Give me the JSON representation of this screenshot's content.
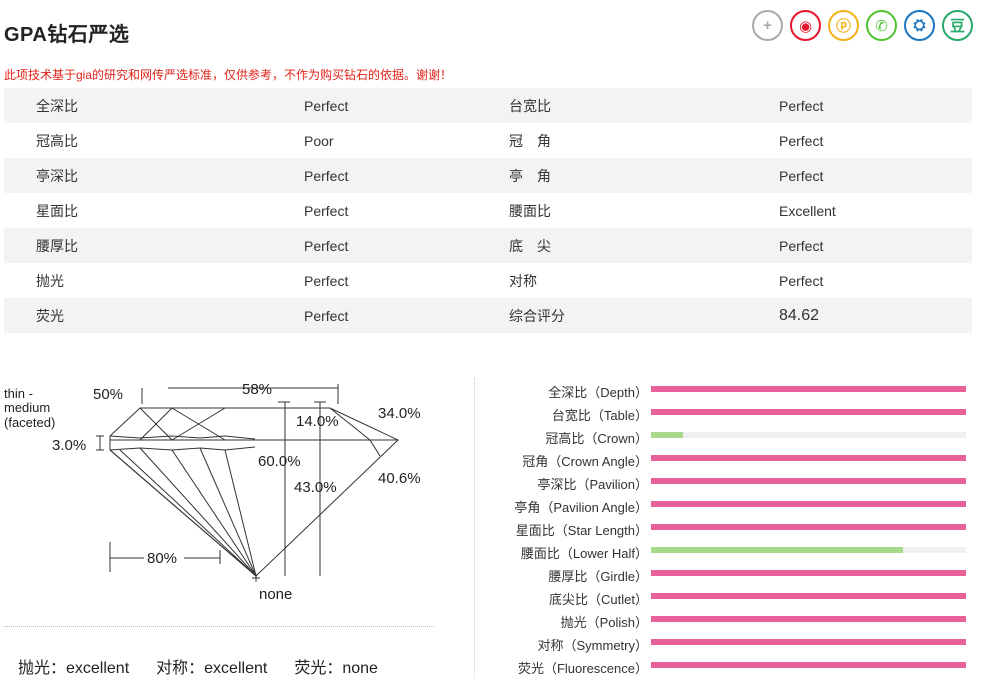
{
  "header": {
    "title": "GPA钻石严选",
    "share": [
      {
        "icon": "plus-icon",
        "glyph": "+",
        "color": "#aaaaaa"
      },
      {
        "icon": "weibo-icon",
        "glyph": "◉",
        "color": "#e6162d"
      },
      {
        "icon": "pengyou-icon",
        "glyph": "ⓟ",
        "color": "#f3b21b"
      },
      {
        "icon": "wechat-icon",
        "glyph": "✆",
        "color": "#51c332"
      },
      {
        "icon": "renren-icon",
        "glyph": "⛭",
        "color": "#1a75c2"
      },
      {
        "icon": "douban-icon",
        "glyph": "豆",
        "color": "#2aa86c"
      }
    ]
  },
  "notice": "此项技术基于gia的研究和网传严选标准，仅供参考，不作为购买钻石的依据。谢谢！",
  "grades": [
    [
      "全深比",
      "Perfect",
      "台宽比",
      "Perfect"
    ],
    [
      "冠高比",
      "Poor",
      "冠　角",
      "Perfect"
    ],
    [
      "亭深比",
      "Perfect",
      "亭　角",
      "Perfect"
    ],
    [
      "星面比",
      "Perfect",
      "腰面比",
      "Excellent"
    ],
    [
      "腰厚比",
      "Perfect",
      "底　尖",
      "Perfect"
    ],
    [
      "抛光",
      "Perfect",
      "对称",
      "Perfect"
    ],
    [
      "荧光",
      "Perfect",
      "综合评分",
      "84.62"
    ]
  ],
  "diagram": {
    "girdle_desc_1": "thin -",
    "girdle_desc_2": "medium",
    "girdle_desc_3": "(faceted)",
    "girdle_pct": "3.0%",
    "crown_pct_left": "50%",
    "table_pct": "58%",
    "crown_height": "14.0%",
    "crown_angle": "34.0%",
    "total_depth": "60.0%",
    "pavilion_depth": "43.0%",
    "pavilion_angle": "40.6%",
    "lower_half": "80%",
    "culet": "none"
  },
  "summary": {
    "polish": "抛光：excellent",
    "symmetry": "对称：excellent",
    "fluorescence": "荧光：none"
  },
  "bars": [
    {
      "label": "全深比（Depth）",
      "value": 100,
      "color": "#e8629a"
    },
    {
      "label": "台宽比（Table）",
      "value": 100,
      "color": "#e8629a"
    },
    {
      "label": "冠高比（Crown）",
      "value": 10,
      "color": "#a9d98a"
    },
    {
      "label": "冠角（Crown Angle）",
      "value": 100,
      "color": "#e8629a"
    },
    {
      "label": "亭深比（Pavilion）",
      "value": 100,
      "color": "#e8629a"
    },
    {
      "label": "亭角（Pavilion Angle）",
      "value": 100,
      "color": "#e8629a"
    },
    {
      "label": "星面比（Star Length）",
      "value": 100,
      "color": "#e8629a"
    },
    {
      "label": "腰面比（Lower Half）",
      "value": 80,
      "color": "#a9d98a"
    },
    {
      "label": "腰厚比（Girdle）",
      "value": 100,
      "color": "#e8629a"
    },
    {
      "label": "底尖比（Cutlet）",
      "value": 100,
      "color": "#e8629a"
    },
    {
      "label": "抛光（Polish）",
      "value": 100,
      "color": "#e8629a"
    },
    {
      "label": "对称（Symmetry）",
      "value": 100,
      "color": "#e8629a"
    },
    {
      "label": "荧光（Fluorescence）",
      "value": 100,
      "color": "#e8629a"
    }
  ]
}
